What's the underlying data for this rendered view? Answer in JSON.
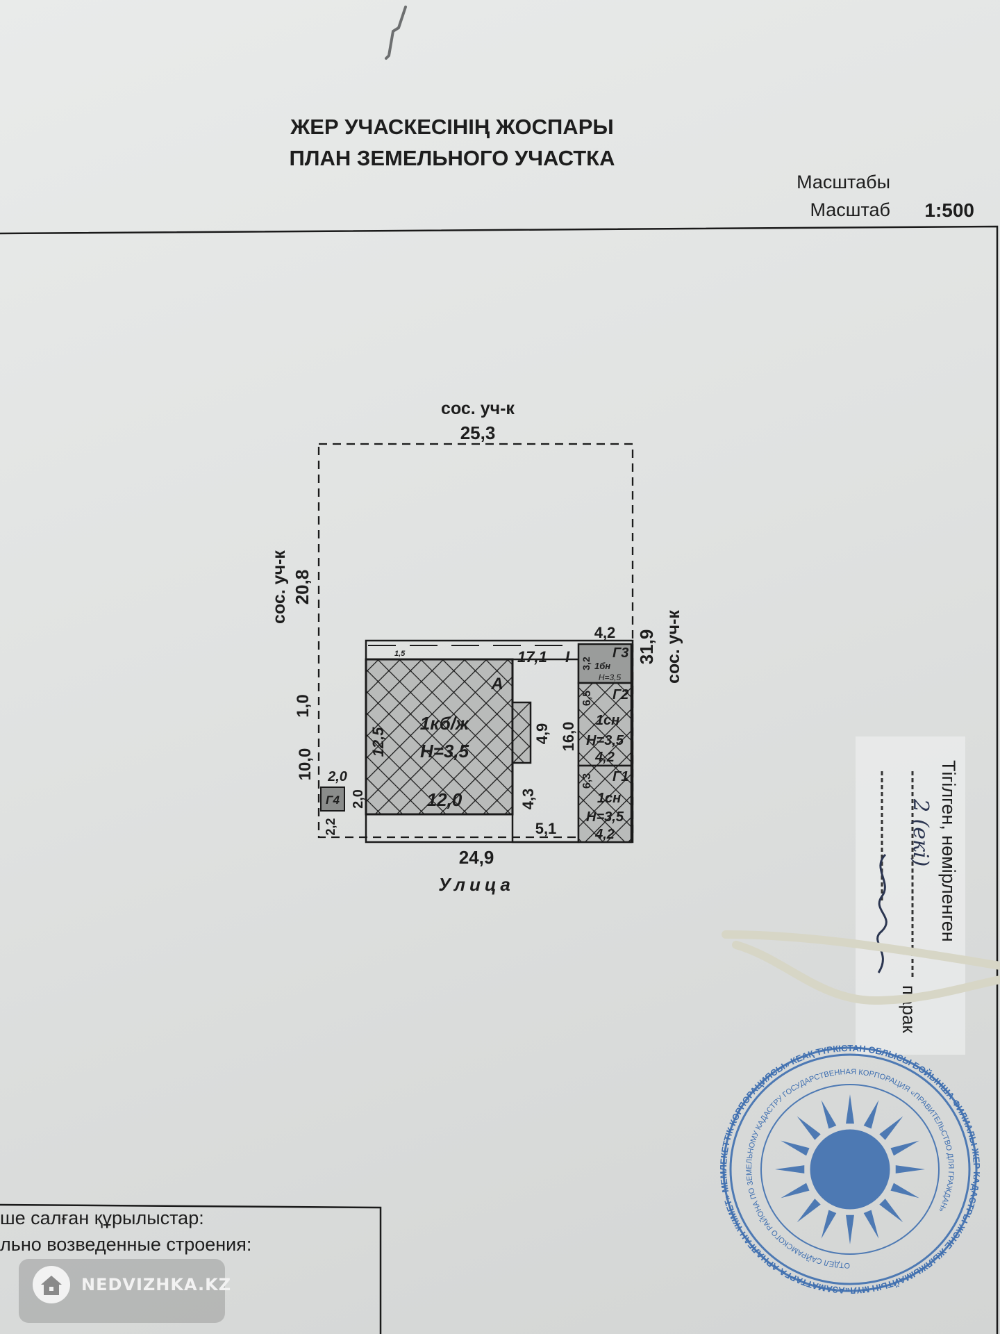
{
  "header": {
    "title_kz": "ЖЕР УЧАСКЕСІНІҢ ЖОСПАРЫ",
    "title_ru": "ПЛАН ЗЕМЕЛЬНОГО УЧАСТКА",
    "scale_label_kz": "Масштабы",
    "scale_label_ru": "Масштаб",
    "scale_value": "1:500"
  },
  "plan": {
    "top_neighbor": "сос. уч-к",
    "top_length": "25,3",
    "left_neighbor": "сос. уч-к",
    "left_length": "20,8",
    "left_offset": "1,0",
    "left_lower": "10,0",
    "right_neighbor": "сос. уч-к",
    "right_length": "31,9",
    "bottom_length": "24,9",
    "street": "Улица",
    "house": {
      "letter": "А",
      "code": "1кб/ж",
      "height": "Н=3,5",
      "width": "12,0",
      "depth": "12,5",
      "top_gap": "1,5",
      "annex_depth": "4,9",
      "lower_side": "4,3",
      "side_left": "2,0",
      "yard_length": "17,1",
      "yard_roman": "I",
      "yard_depth": "16,0",
      "yard_bottom": "5,1"
    },
    "outbuildings": [
      {
        "name": "Г3",
        "material": "1бн",
        "height": "Н=3,5",
        "width": "4,2",
        "depth": "3,2"
      },
      {
        "name": "Г2",
        "material": "1сн",
        "height": "Н=3,5",
        "width": "4,2",
        "depth": "6,5"
      },
      {
        "name": "Г1",
        "material": "1сн",
        "height": "Н=3,5",
        "width": "4,2",
        "depth": "6,3"
      },
      {
        "name": "Г4",
        "width": "2,0",
        "depth": "2,0",
        "offset": "2,2"
      }
    ]
  },
  "certification": {
    "text": "Тігілген, нөмірленген",
    "count": "2 (екі)",
    "unit": "парак"
  },
  "stamp": {
    "outer_text": "«АЗАМАТТАРҒА АРНАЛҒАН ҮКІМЕТ» МЕМЛЕКЕТТІК КОРПОРАЦИЯСЫ» КЕАҚ ТҮРКІСТАН ОБЛЫСЫ БОЙЫНША ФИЛИАЛЫ ЖЕР КАДАСТРЫ ЖӘНЕ ЖЫЛЖЫМАЙТЫН МҮЛІК",
    "inner_text": "ОТДЕЛ САЙРАМСКОГО РАЙОНА ПО ЗЕМЕЛЬНОМУ КАДАСТРУ ГОСУДАРСТВЕННАЯ КОРПОРАЦИЯ «ПРАВИТЕЛЬСТВО ДЛЯ ГРАЖДАН»",
    "color": "#3f6fb0"
  },
  "footer": {
    "line_kz": "ше салған құрылыстар:",
    "line_ru": "льно возведенные строения:"
  },
  "watermark": {
    "text": "NEDVIZHKA.KZ"
  }
}
